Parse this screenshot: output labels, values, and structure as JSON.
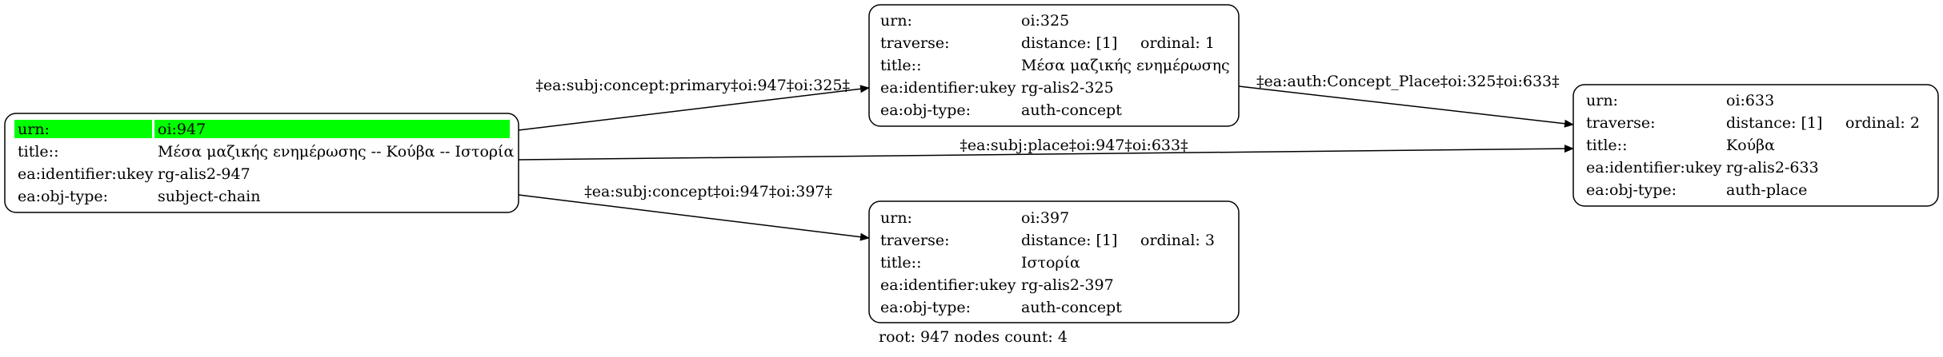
{
  "accent_color": "#00ff00",
  "nodes": [
    {
      "id": "oi947",
      "highlight_first_row": true,
      "rows": [
        {
          "key": "urn:",
          "value": "oi:947"
        },
        {
          "key": "title::",
          "value": "Μέσα μαζικής ενημέρωσης -- Κούβα -- Ιστορία"
        },
        {
          "key": "ea:identifier:ukey",
          "value": "rg-alis2-947"
        },
        {
          "key": "ea:obj-type:",
          "value": "subject-chain"
        }
      ]
    },
    {
      "id": "oi325",
      "highlight_first_row": false,
      "rows": [
        {
          "key": "urn:",
          "value": "oi:325"
        },
        {
          "key": "traverse:",
          "value": "distance: [1]",
          "extra": "ordinal: 1"
        },
        {
          "key": "title::",
          "value": "Μέσα μαζικής ενημέρωσης"
        },
        {
          "key": "ea:identifier:ukey",
          "value": "rg-alis2-325"
        },
        {
          "key": "ea:obj-type:",
          "value": "auth-concept"
        }
      ]
    },
    {
      "id": "oi633",
      "highlight_first_row": false,
      "rows": [
        {
          "key": "urn:",
          "value": "oi:633"
        },
        {
          "key": "traverse:",
          "value": "distance: [1]",
          "extra": "ordinal: 2"
        },
        {
          "key": "title::",
          "value": "Κούβα"
        },
        {
          "key": "ea:identifier:ukey",
          "value": "rg-alis2-633"
        },
        {
          "key": "ea:obj-type:",
          "value": "auth-place"
        }
      ]
    },
    {
      "id": "oi397",
      "highlight_first_row": false,
      "rows": [
        {
          "key": "urn:",
          "value": "oi:397"
        },
        {
          "key": "traverse:",
          "value": "distance: [1]",
          "extra": "ordinal: 3"
        },
        {
          "key": "title::",
          "value": "Ιστορία"
        },
        {
          "key": "ea:identifier:ukey",
          "value": "rg-alis2-397"
        },
        {
          "key": "ea:obj-type:",
          "value": "auth-concept"
        }
      ]
    }
  ],
  "edges": [
    {
      "from": "oi947",
      "to": "oi325",
      "label": "‡ea:subj:concept:primary‡oi:947‡oi:325‡"
    },
    {
      "from": "oi947",
      "to": "oi633",
      "label": "‡ea:subj:place‡oi:947‡oi:633‡"
    },
    {
      "from": "oi947",
      "to": "oi397",
      "label": "‡ea:subj:concept‡oi:947‡oi:397‡"
    },
    {
      "from": "oi325",
      "to": "oi633",
      "label": "‡ea:auth:Concept_Place‡oi:325‡oi:633‡"
    }
  ],
  "footer": "root: 947 nodes count: 4"
}
